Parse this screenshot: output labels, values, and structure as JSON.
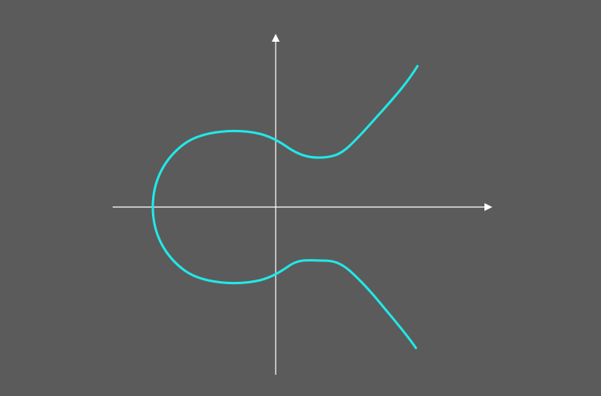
{
  "colors": {
    "background": "#5b5b5b",
    "axes": "#ffffff",
    "curve": "#22e8e8"
  },
  "diagram": {
    "curve_type": "elliptic-curve",
    "axes": {
      "x_axis_arrow": true,
      "y_axis_arrow": true
    },
    "curve_branches": [
      "upper",
      "lower"
    ]
  }
}
